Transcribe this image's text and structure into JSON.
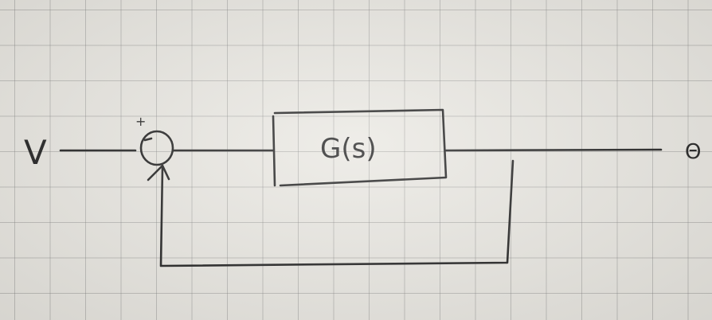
{
  "diagram": {
    "input_label": "V",
    "plus_sign": "+",
    "block_label": "G(s)",
    "output_label": "Θ"
  },
  "colors": {
    "paper": "#e9e7e1",
    "grid": "#9a9a9a",
    "ink": "#1c1c1c"
  }
}
